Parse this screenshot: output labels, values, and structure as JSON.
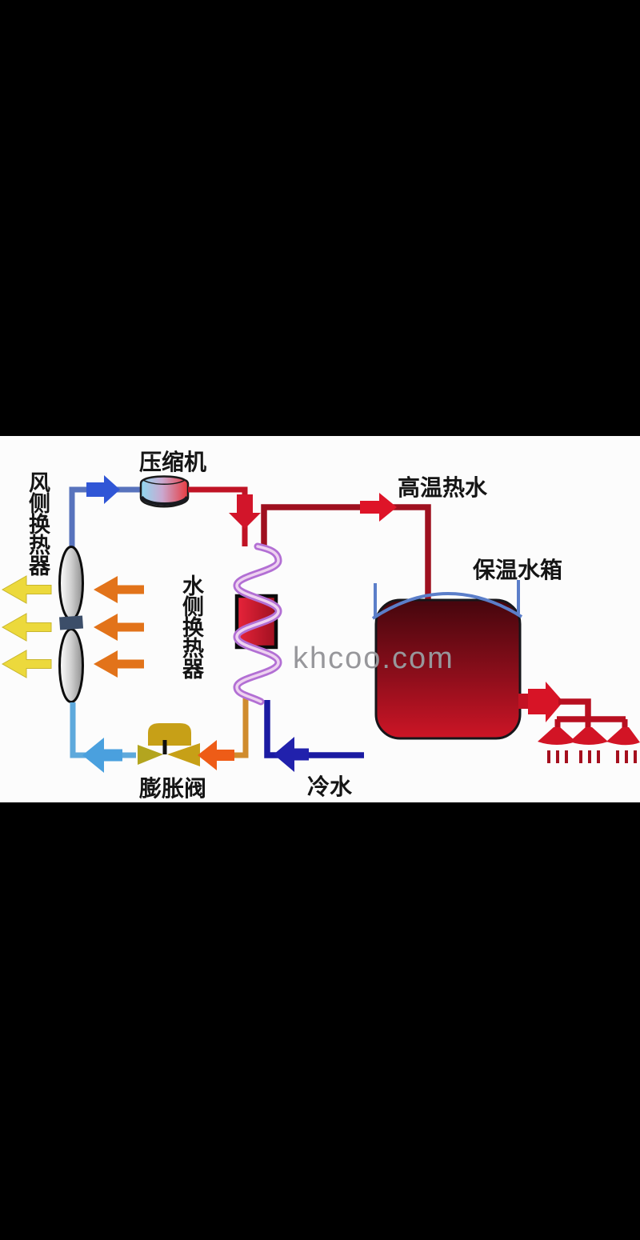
{
  "panel": {
    "screen_bg": "#000000",
    "diagram_bg": "#fcfcfc"
  },
  "labels": {
    "compressor": "压缩机",
    "air_side_exchanger": "风侧换热器",
    "water_side_exchanger": "水侧换热器",
    "hot_water": "高温热水",
    "storage_tank": "保温水箱",
    "expansion_valve": "膨胀阀",
    "cold_water": "冷水"
  },
  "watermark": "khcoo.com",
  "colors": {
    "hot_red_arrow": "#d2152a",
    "dark_red_pipe": "#9e101f",
    "royal_blue_arrow": "#3056d6",
    "slate_blue_pipe": "#5873bd",
    "sky_blue": "#4aa0de",
    "navy_cold_water": "#1b1ba2",
    "orange_arrow": "#e2731a",
    "yellow_arrow": "#ecd93c",
    "coil_violet": "#b26fd4",
    "valve_gold": "#c7a017",
    "tank_dark": "#4d060e",
    "tank_bright": "#cd1526"
  }
}
